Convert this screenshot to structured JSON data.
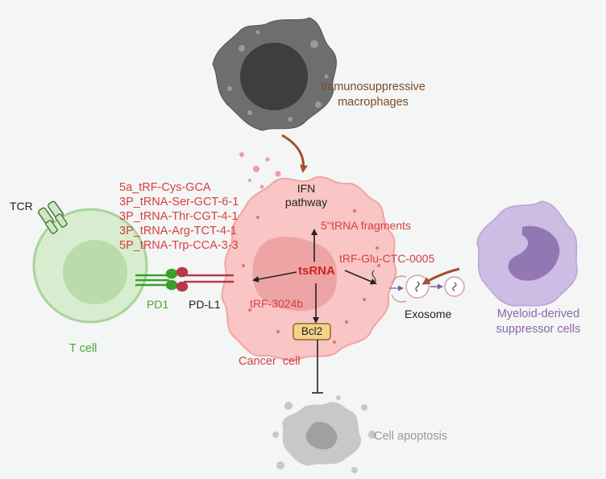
{
  "labels": {
    "macrophage": [
      "Immunosuppressive",
      "macrophages"
    ],
    "tcr": "TCR",
    "trna_list": [
      "5a_tRF-Cys-GCA",
      "3P_tRNA-Ser-GCT-6-1",
      "3P_tRNA-Thr-CGT-4-1",
      "3P_tRNA-Arg-TCT-4-1",
      "5P_tRNA-Trp-CCA-3-3"
    ],
    "ifn": [
      "IFN",
      "pathway"
    ],
    "fragments": "5''tRNA fragments",
    "tsrna": "tsRNA",
    "trf_glu": "tRF-Glu-CTC-0005",
    "trf_3024b": "tRF-3024b",
    "bcl2": "Bcl2",
    "pd1": "PD1",
    "pdl1": "PD-L1",
    "t_cell": "T cell",
    "cancer_cell": "Cancer  cell",
    "exosome": "Exosome",
    "mdsc": [
      "Myeloid-derived",
      "suppressor cells"
    ],
    "apoptosis": "Cell apoptosis"
  },
  "colors": {
    "red_text": "#d64040",
    "green_text": "#4aa338",
    "purple_text": "#8a68a8",
    "brown_text": "#7a4a2a",
    "gray_text": "#9a9a9a",
    "cancer_fill": "#f9c5c5",
    "tcell_fill": "#d8edd0",
    "mdsc_fill": "#cdbce3",
    "macrophage_fill": "#6e6e6e"
  }
}
